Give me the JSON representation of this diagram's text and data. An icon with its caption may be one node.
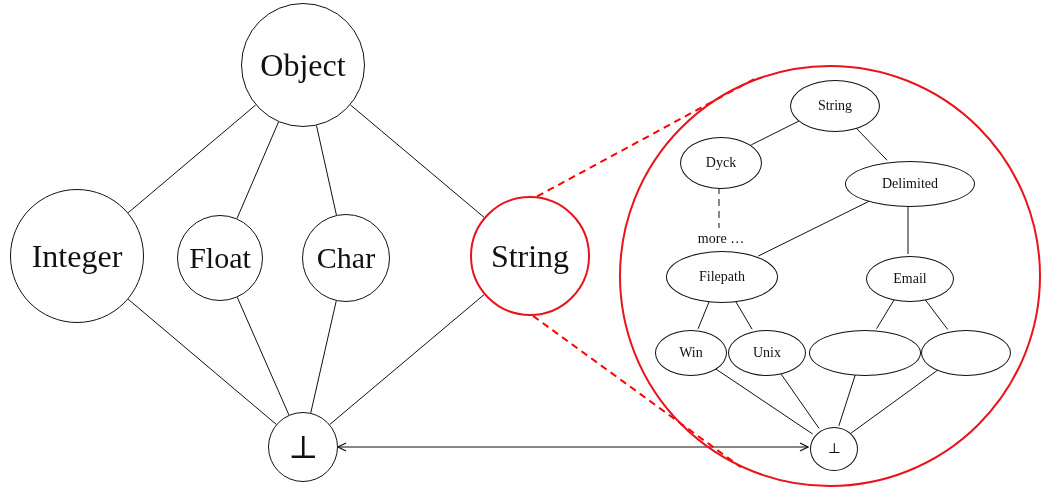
{
  "diagram": {
    "nodes": [
      {
        "text": [
          "Object"
        ]
      },
      {
        "text": [
          "Integer"
        ]
      },
      {
        "text": [
          "Float"
        ]
      },
      {
        "text": [
          "Char"
        ]
      },
      {
        "text": [
          "String"
        ]
      },
      {
        "text": [
          "⊥"
        ]
      },
      {
        "text": [],
        "shape": "circle"
      },
      {
        "text": [
          "String"
        ],
        "in": 6
      },
      {
        "text": [
          "Dyck"
        ],
        "in": 6
      },
      {
        "text": [
          "Delimited"
        ],
        "in": 6
      },
      {
        "text": [
          "more …"
        ],
        "in": 6
      },
      {
        "text": [
          "Filepath"
        ],
        "in": 6
      },
      {
        "text": [
          "Email"
        ],
        "in": 6
      },
      {
        "text": [
          "Win"
        ],
        "in": 6
      },
      {
        "text": [
          "Unix"
        ],
        "in": 6
      },
      {
        "text": [],
        "shape": "ellipse",
        "in": 6
      },
      {
        "text": [],
        "shape": "ellipse",
        "in": 6
      },
      {
        "text": [
          "⊥"
        ],
        "in": 6
      }
    ],
    "edges": [
      {
        "from": 0,
        "to": 1,
        "arrow": "none"
      },
      {
        "from": 0,
        "to": 2,
        "arrow": "none"
      },
      {
        "from": 0,
        "to": 3,
        "arrow": "none"
      },
      {
        "from": 0,
        "to": 4,
        "arrow": "none"
      },
      {
        "from": 1,
        "to": 5,
        "arrow": "none"
      },
      {
        "from": 2,
        "to": 5,
        "arrow": "none"
      },
      {
        "from": 3,
        "to": 5,
        "arrow": "none"
      },
      {
        "from": 4,
        "to": 5,
        "arrow": "none"
      },
      {
        "from": 5,
        "to": 17,
        "arrow": "both"
      },
      {
        "from": 4,
        "to": 6,
        "arrow": "none",
        "style": "dashed",
        "color": "#ff0000"
      },
      {
        "from": 4,
        "to": 6,
        "arrow": "none",
        "style": "dashed",
        "color": "#ff0000"
      },
      {
        "from": 7,
        "to": 8,
        "arrow": "none"
      },
      {
        "from": 7,
        "to": 9,
        "arrow": "none"
      },
      {
        "from": 8,
        "to": 10,
        "arrow": "none",
        "style": "dashed"
      },
      {
        "from": 9,
        "to": 11,
        "arrow": "none"
      },
      {
        "from": 9,
        "to": 12,
        "arrow": "none"
      },
      {
        "from": 11,
        "to": 13,
        "arrow": "none"
      },
      {
        "from": 11,
        "to": 14,
        "arrow": "none"
      },
      {
        "from": 12,
        "to": 15,
        "arrow": "none"
      },
      {
        "from": 12,
        "to": 16,
        "arrow": "none"
      },
      {
        "from": 13,
        "to": 17,
        "arrow": "none"
      },
      {
        "from": 14,
        "to": 17,
        "arrow": "none"
      },
      {
        "from": 15,
        "to": 17,
        "arrow": "none"
      },
      {
        "from": 16,
        "to": 17,
        "arrow": "none"
      }
    ]
  }
}
